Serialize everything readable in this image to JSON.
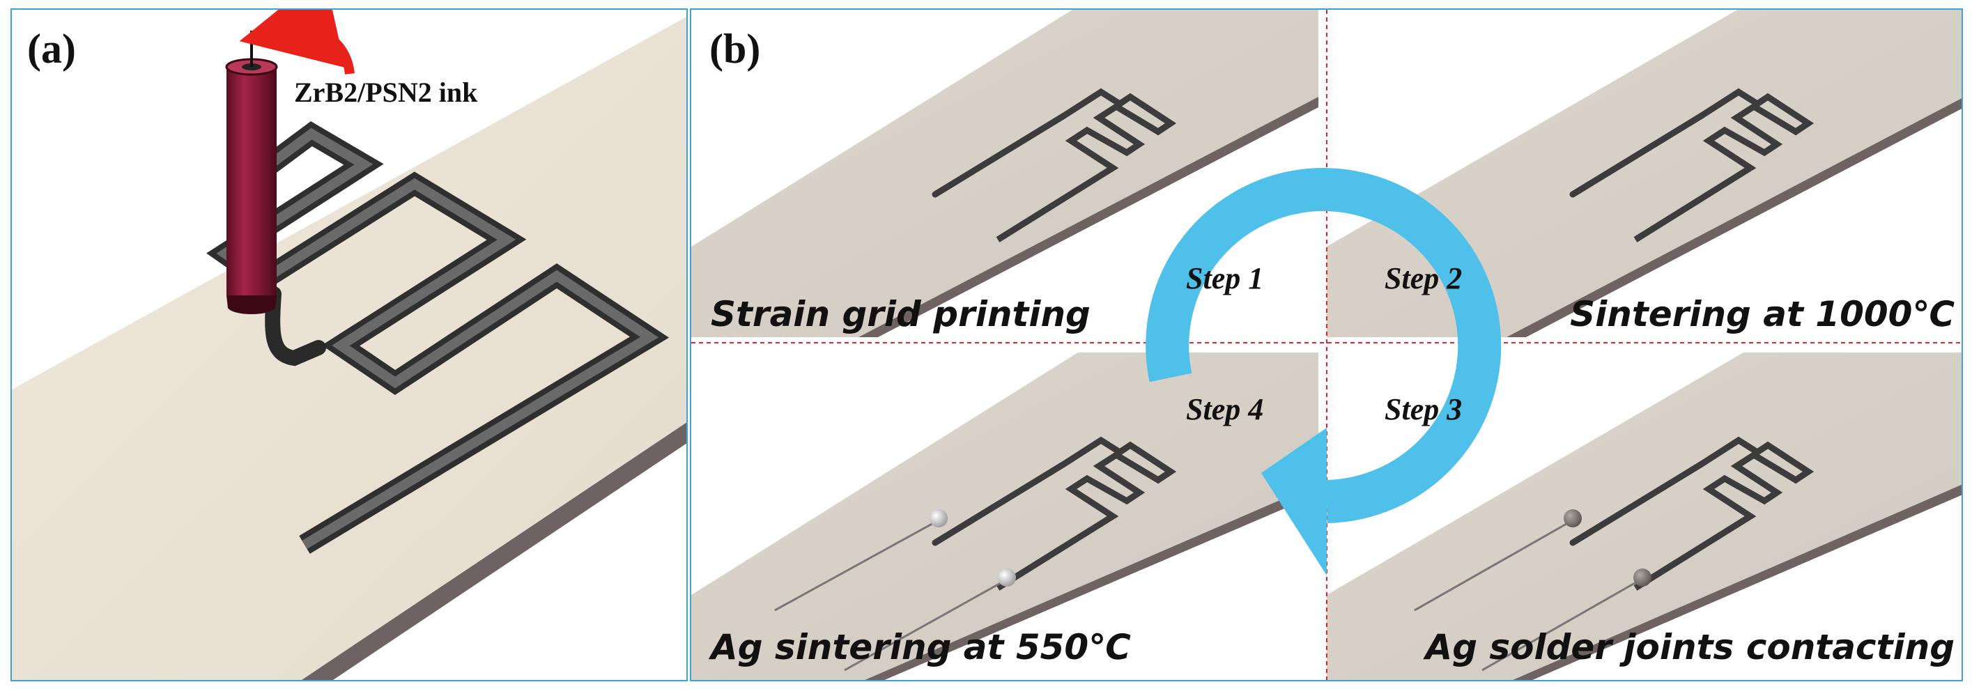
{
  "panel_a": {
    "label": "(a)",
    "ink_label": "ZrB2/PSN2 ink"
  },
  "panel_b": {
    "label": "(b)",
    "quadrants": [
      {
        "caption": "Strain grid printing"
      },
      {
        "caption": "Sintering at 1000℃"
      },
      {
        "caption": "Ag sintering at 550℃"
      },
      {
        "caption": "Ag solder joints contacting"
      }
    ],
    "steps": [
      "Step 1",
      "Step 2",
      "Step 3",
      "Step 4"
    ]
  },
  "colors": {
    "frame": "#3aa3d8",
    "substrate_a": "#ece4d6",
    "substrate_b": "#d7d1c8",
    "substrate_edge": "#6f6262",
    "grid_line": "#3c3c3c",
    "nozzle": "#8c1d38",
    "rotation_arrow": "#e8231b",
    "step_cycle_arrow": "#4fc0ea",
    "divider": "#e0262e",
    "ag_joint_new": "#e6e6e6",
    "ag_joint_soldered": "#8a8480"
  }
}
